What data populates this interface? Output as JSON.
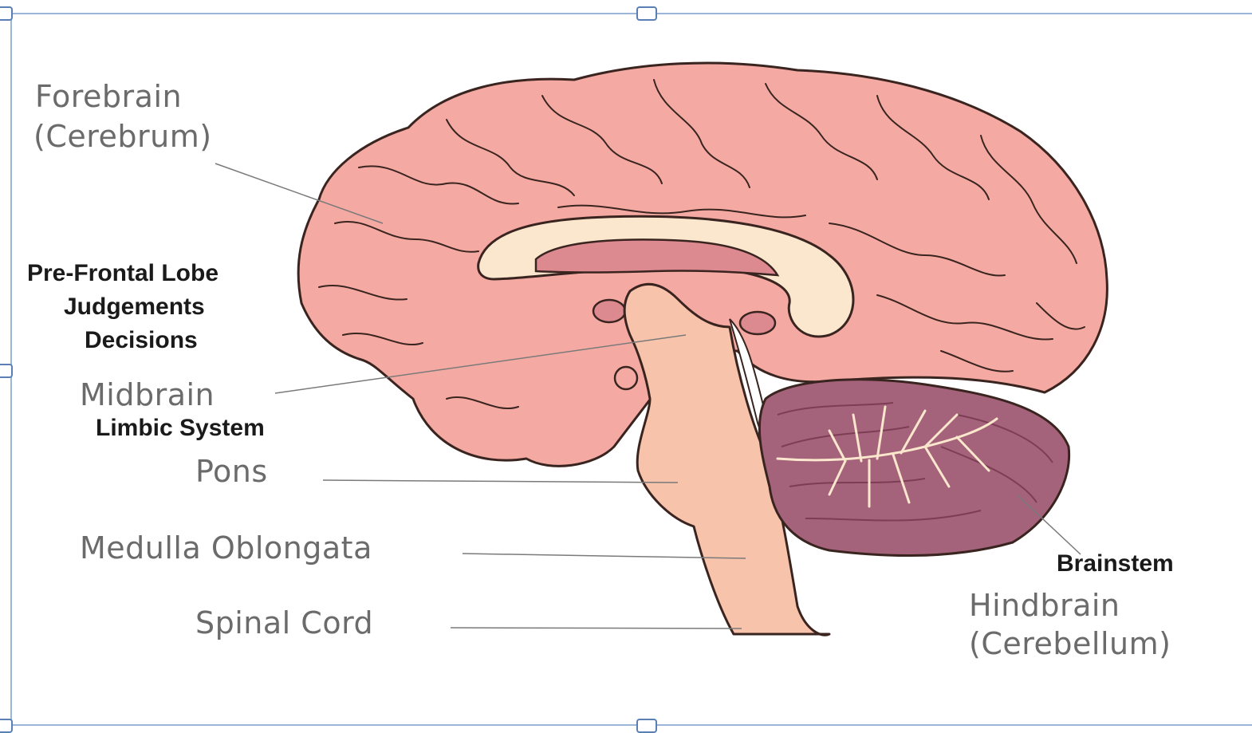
{
  "labels": {
    "forebrain_line1": "Forebrain",
    "forebrain_line2": "(Cerebrum)",
    "prefrontal_line1": "Pre-Frontal Lobe",
    "prefrontal_line2": "Judgements",
    "prefrontal_line3": "Decisions",
    "midbrain": "Midbrain",
    "limbic": "Limbic System",
    "pons": "Pons",
    "medulla": "Medulla Oblongata",
    "spinal": "Spinal Cord",
    "brainstem": "Brainstem",
    "hindbrain_line1": "Hindbrain",
    "hindbrain_line2": "(Cerebellum)"
  },
  "colors": {
    "cerebrum": "#f4aaa2",
    "corpus_callosum": "#fbe7cd",
    "ventricle": "#dc8a8f",
    "brainstem": "#f8c3ab",
    "cerebellum": "#a4637a",
    "outline": "#3a2420",
    "leader_line": "#7a7a7a",
    "selection_frame": "#9bb6d8"
  },
  "icons": [
    "selection-handle"
  ]
}
